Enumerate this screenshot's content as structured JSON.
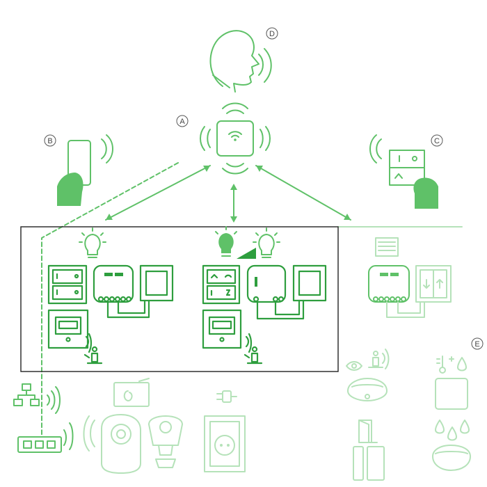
{
  "labels": {
    "hub": "A",
    "smartphone": "B",
    "wireless_switch": "C",
    "voice": "D",
    "extensions": "E"
  },
  "colors": {
    "green": "#5fc168",
    "green_dark": "#2e9e3e",
    "green_light": "#b5e2b9",
    "frame": "#222222"
  },
  "icons": [
    "voice-assistant-head-icon",
    "wiser-hub-icon",
    "smartphone-hand-icon",
    "wireless-switch-hand-icon",
    "light-bulb-icon",
    "dimmable-bulb-icon",
    "blind-shutter-icon",
    "motion-sensor-icon",
    "network-icon",
    "router-icon",
    "camera-icon",
    "smart-plug-icon",
    "smoke-detector-icon",
    "temperature-humidity-sensor-icon",
    "door-window-sensor-icon",
    "water-leak-sensor-icon"
  ]
}
